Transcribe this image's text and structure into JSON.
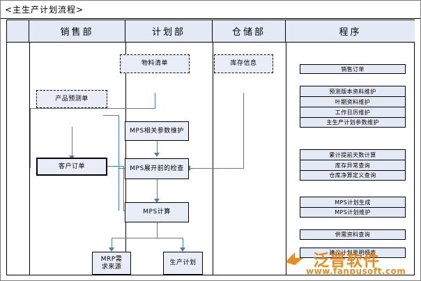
{
  "diagram": {
    "title": "<主生产计划流程>",
    "columns": [
      {
        "key": "gutter",
        "label": ""
      },
      {
        "key": "sales",
        "label": "销售部"
      },
      {
        "key": "planning",
        "label": "计划部"
      },
      {
        "key": "warehouse",
        "label": "仓储部"
      },
      {
        "key": "program",
        "label": "程序"
      }
    ],
    "nodes": {
      "bom": "物料清单",
      "inventory_info": "库存信息",
      "forecast_order": "产品预测单",
      "customer_order": "客户订单",
      "mps_params": "MPS相关参数维护",
      "mps_precheck": "MPS展开前的检查",
      "mps_calc": "MPS计算",
      "mrp_source_l1": "MRP需",
      "mrp_source_l2": "求来源",
      "production_plan": "生产计划"
    },
    "program_groups": [
      {
        "name": "group-sales-order",
        "items": [
          "销售订单"
        ]
      },
      {
        "name": "group-master-data",
        "items": [
          "预测版本资料维护",
          "叶期资料维护",
          "工作日历维护",
          "主生产计划参数维护"
        ]
      },
      {
        "name": "group-inventory",
        "items": [
          "累计提前天数计算",
          "库存异常查询",
          "仓库净算定义查询"
        ]
      },
      {
        "name": "group-mps",
        "items": [
          "MPS计划生成",
          "MPS计划维护"
        ]
      },
      {
        "name": "group-query",
        "items": [
          "供需资料查询"
        ]
      },
      {
        "name": "group-report",
        "items": [
          "建议计划量明细表"
        ]
      }
    ],
    "watermark": {
      "brand": "泛普软件",
      "url": "www.fanpusoft.com"
    },
    "colors": {
      "connector": "#4a7ebb",
      "node_fill": "#e8edf7",
      "header_fill": "#e4eaf5",
      "watermark": "#e8820c"
    }
  }
}
